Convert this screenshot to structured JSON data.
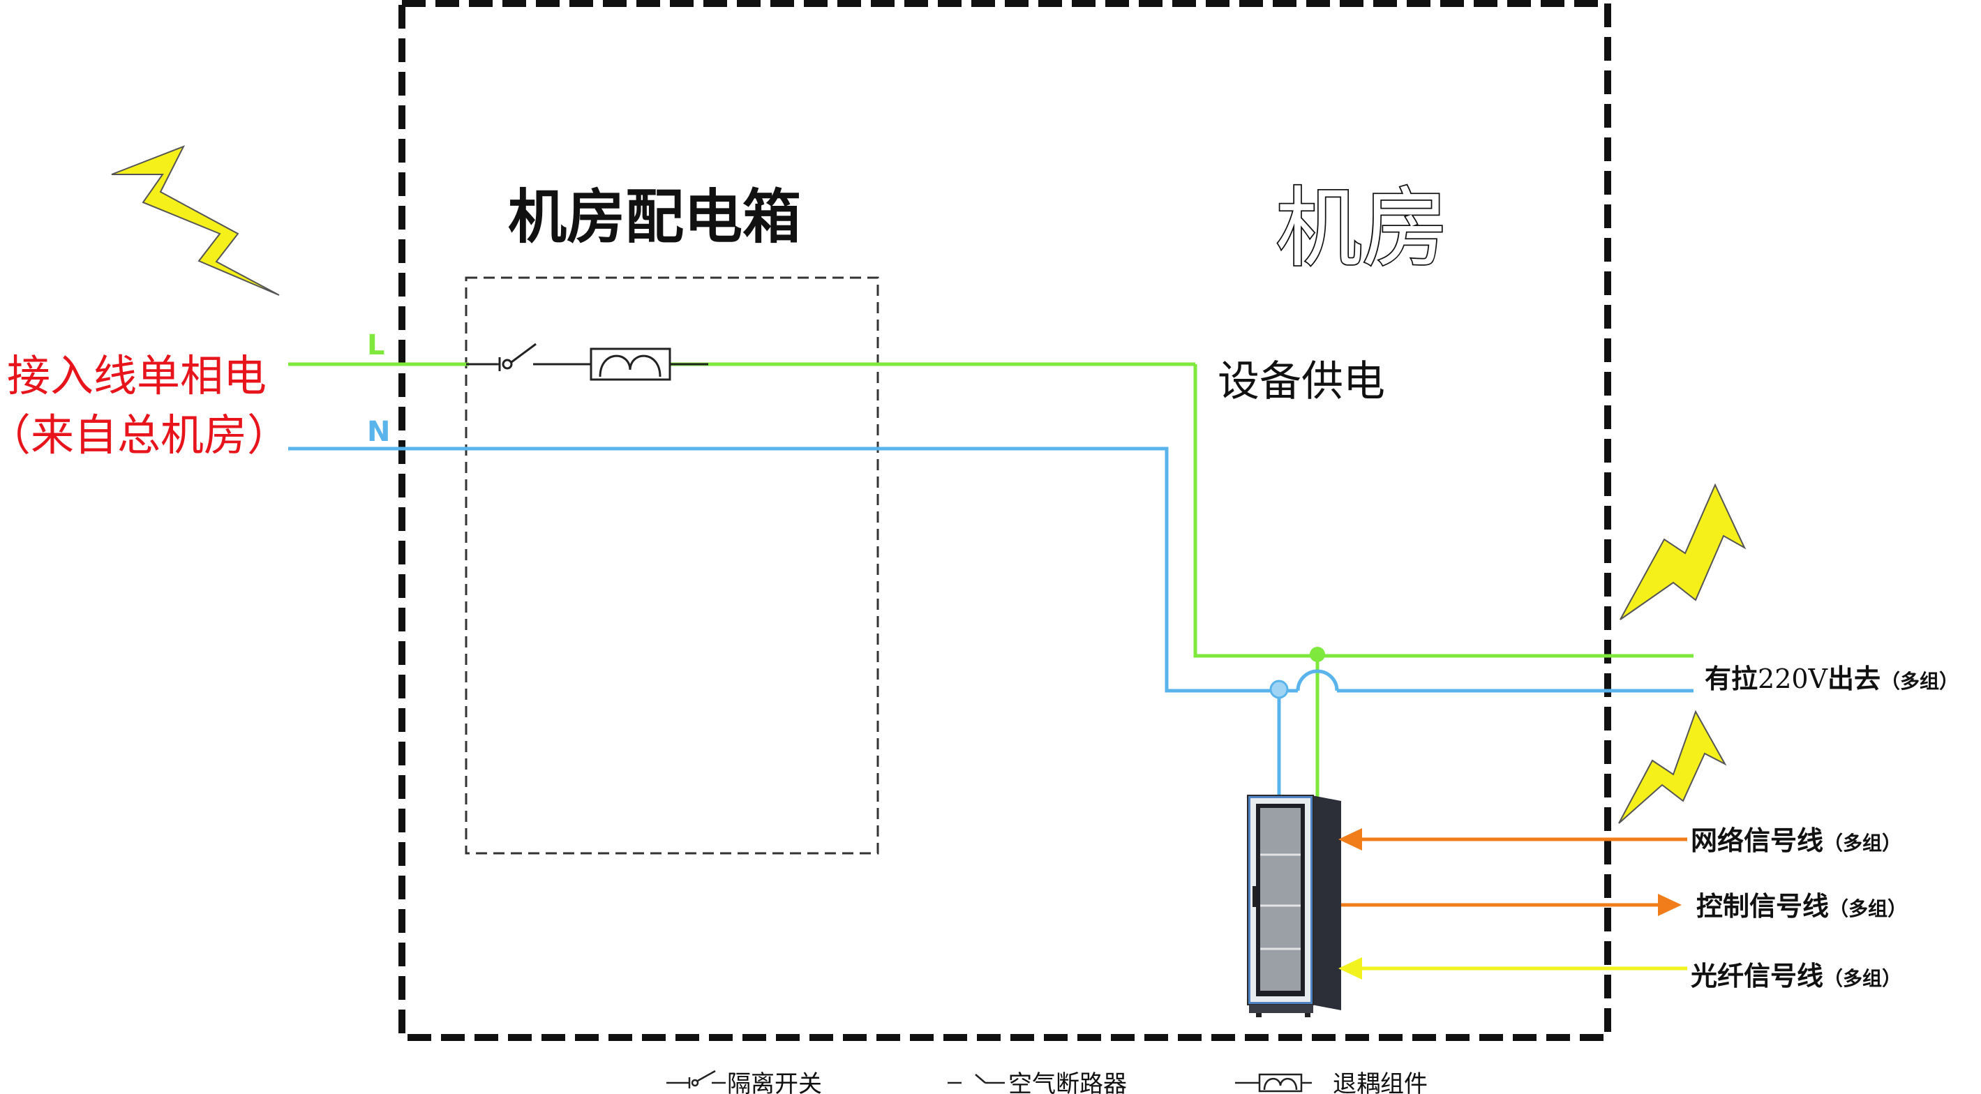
{
  "titles": {
    "distribution_box": "机房配电箱",
    "machine_room": "机房",
    "equipment_power": "设备供电"
  },
  "incoming": {
    "line1": "接入线单相电",
    "line2": "（来自总机房）",
    "l_label": "L",
    "n_label": "N"
  },
  "outputs": {
    "power_prefix": "有拉",
    "power_voltage": "220V",
    "power_suffix": "出去",
    "power_note": "（多组）",
    "network": "网络信号线",
    "network_note": "（多组）",
    "control": "控制信号线",
    "control_note": "（多组）",
    "fiber": "光纤信号线",
    "fiber_note": "（多组）"
  },
  "legend": {
    "isolation_switch": "隔离开关",
    "air_breaker": "空气断路器",
    "decoupling": "退耦组件"
  },
  "colors": {
    "live": "#7ee83c",
    "neutral": "#5ab4ec",
    "signal_orange": "#f07c1a",
    "fiber_yellow": "#f2f21e",
    "lightning": "#f5f01a",
    "incoming_text": "#e8141c"
  }
}
